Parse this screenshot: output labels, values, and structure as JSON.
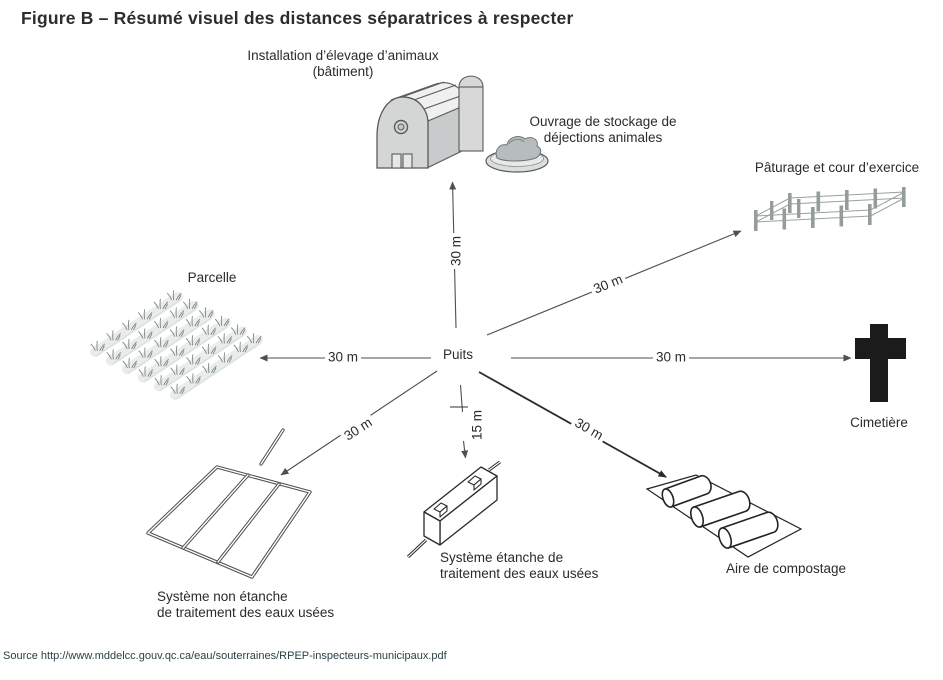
{
  "title": "Figure B – Résumé visuel des distances séparatrices à respecter",
  "source": "Source http://www.mddelcc.gouv.qc.ca/eau/souterraines/RPEP-inspecteurs-municipaux.pdf",
  "center": {
    "label": "Puits"
  },
  "nodes": {
    "installation": {
      "line1": "Installation d’élevage d’animaux",
      "line2": "(bâtiment)"
    },
    "ouvrage": {
      "line1": "Ouvrage de stockage de",
      "line2": "déjections animales"
    },
    "paturage": {
      "label": "Pâturage et cour d’exercice"
    },
    "cimetiere": {
      "label": "Cimetière"
    },
    "parcelle": {
      "label": "Parcelle"
    },
    "sys_non_etanche": {
      "line1": "Système non étanche",
      "line2": "de traitement des eaux usées"
    },
    "sys_etanche": {
      "line1": "Système étanche de",
      "line2": "traitement des eaux usées"
    },
    "compostage": {
      "label": "Aire de compostage"
    }
  },
  "distances": {
    "up": "30 m",
    "upper_right": "30 m",
    "right": "30 m",
    "left": "30 m",
    "lower_left": "30 m",
    "down": "15 m",
    "lower_right": "30 m"
  },
  "colors": {
    "arrow_line": "#4f4f4f",
    "arrow_line_dark": "#2b2b2b",
    "text": "#2b2b2b",
    "source_text": "#2a4146",
    "cross_black": "#1b1b1b",
    "barn_gray": "#d4d6d6",
    "fence_gray": "#949c9c"
  }
}
